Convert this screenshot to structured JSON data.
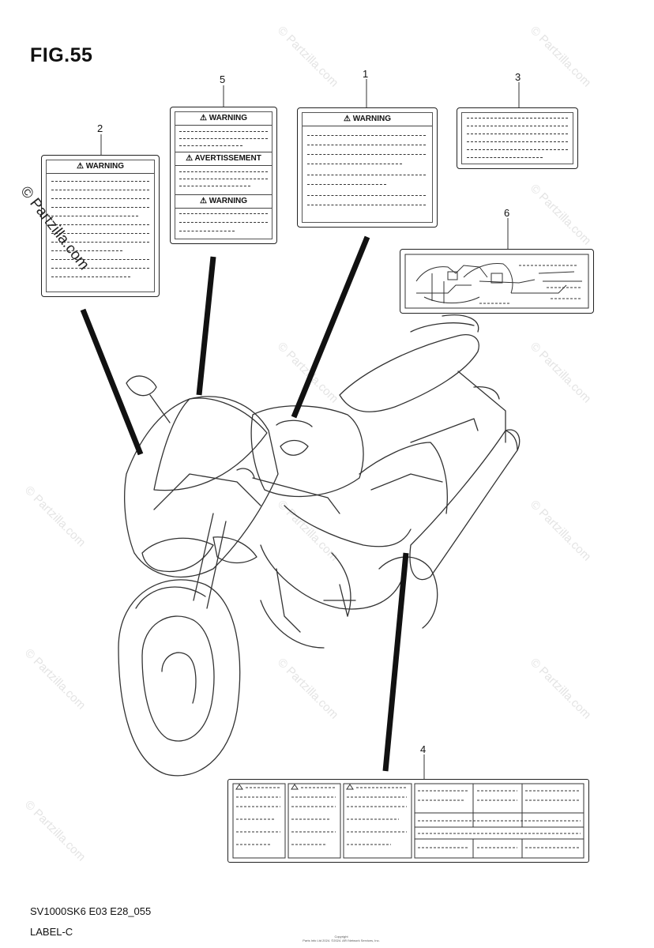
{
  "figure": {
    "title": "FIG.55",
    "code": "SV1000SK6 E03 E28_055",
    "section": "LABEL-C"
  },
  "callouts": [
    "1",
    "2",
    "3",
    "4",
    "5",
    "6"
  ],
  "labels": {
    "label_1": {
      "header": "⚠ WARNING"
    },
    "label_2": {
      "header": "⚠ WARNING"
    },
    "label_5": {
      "header_1": "⚠ WARNING",
      "header_2": "⚠ AVERTISSEMENT",
      "header_3": "⚠ WARNING"
    }
  },
  "watermark": "© Partzilla.com",
  "copyright": [
    "Copyright",
    "Parts Info Ltd 2024. ©2024. ARI Network Services, Inc."
  ]
}
